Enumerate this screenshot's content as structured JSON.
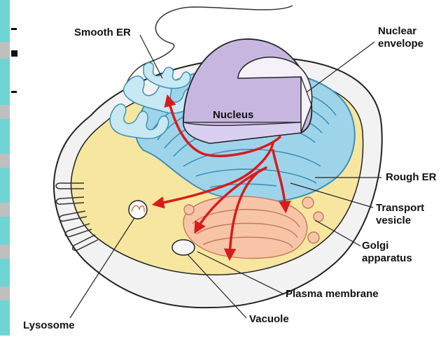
{
  "labels": {
    "smooth_er": "Smooth ER",
    "nuclear_envelope": "Nuclear envelope",
    "nucleus": "Nucleus",
    "rough_er": "Rough ER",
    "transport_vesicle": "Transport vesicle",
    "golgi_apparatus": "Golgi apparatus",
    "plasma_membrane": "Plasma membrane",
    "vacuole": "Vacuole",
    "lysosome": "Lysosome"
  },
  "colors": {
    "cytoplasm": "#f6e6a0",
    "er": "#9ed4ea",
    "er_line": "#3f8fb6",
    "nucleus": "#c7b7e0",
    "golgi": "#f7c4a8",
    "arrow": "#d81b1b",
    "membrane": "#f2f2f2"
  }
}
